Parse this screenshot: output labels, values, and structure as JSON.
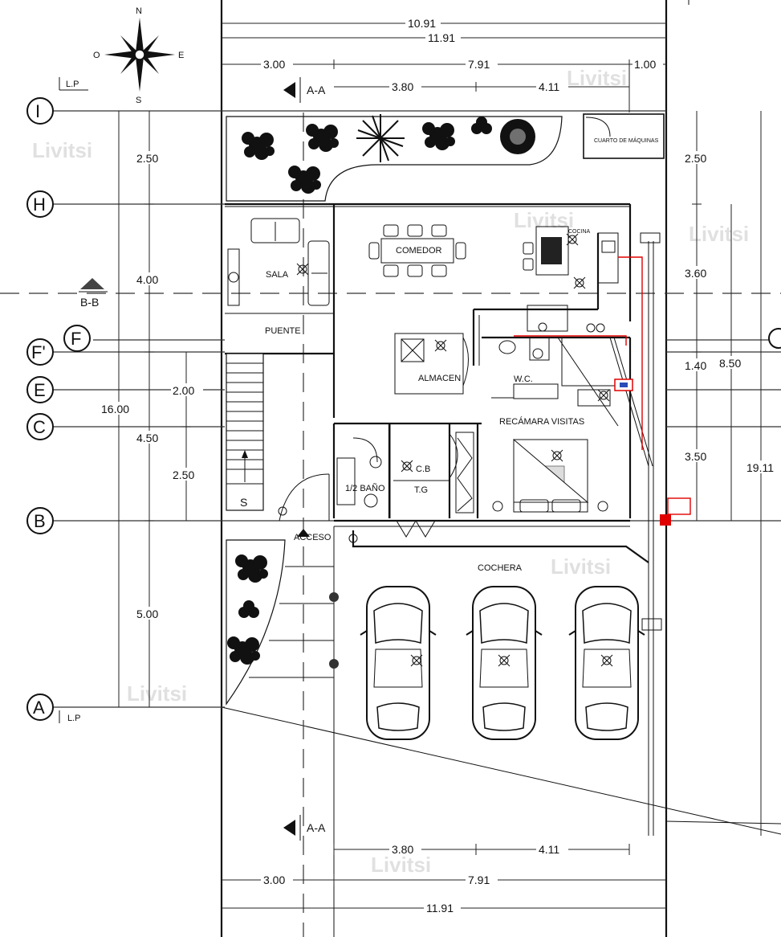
{
  "compass": {
    "n": "N",
    "s": "S",
    "e": "E",
    "w": "O"
  },
  "axes": [
    "I",
    "H",
    "F",
    "F'",
    "E",
    "C",
    "B",
    "A"
  ],
  "lp_top": "L.P",
  "lp_bottom": "L.P",
  "sections": {
    "aa_top": "A-A",
    "aa_bottom": "A-A",
    "bb": "B-B"
  },
  "dims_top": {
    "d1": "10.91",
    "d2": "11.91",
    "d3": "3.00",
    "d4": "7.91",
    "d5": "1.00",
    "d6": "3.80",
    "d7": "4.11"
  },
  "dims_left": {
    "l1": "2.50",
    "l2": "4.00",
    "l3": "2.00",
    "l4": "16.00",
    "l5": "4.50",
    "l6": "2.50",
    "l7": "5.00"
  },
  "dims_right": {
    "r1": "2.50",
    "r2": "3.60",
    "r3": "1.40",
    "r4": "8.50",
    "r5": "3.50",
    "r6": "19.11"
  },
  "dims_bottom": {
    "b1": "3.80",
    "b2": "4.11",
    "b3": "3.00",
    "b4": "7.91",
    "b5": "11.91"
  },
  "rooms": {
    "cuarto": "CUARTO DE MÁQUINAS",
    "comedor": "COMEDOR",
    "cocina": "COCINA",
    "sala": "SALA",
    "puente": "PUENTE",
    "almacen": "ALMACEN",
    "wc": "W.C.",
    "recamara": "RECÁMARA VISITAS",
    "cb": "C.B",
    "banio": "1/2 BAÑO",
    "tg": "T.G",
    "acceso": "ACCESO",
    "cochera": "COCHERA",
    "stair": "S"
  },
  "watermark": "Livitsi"
}
